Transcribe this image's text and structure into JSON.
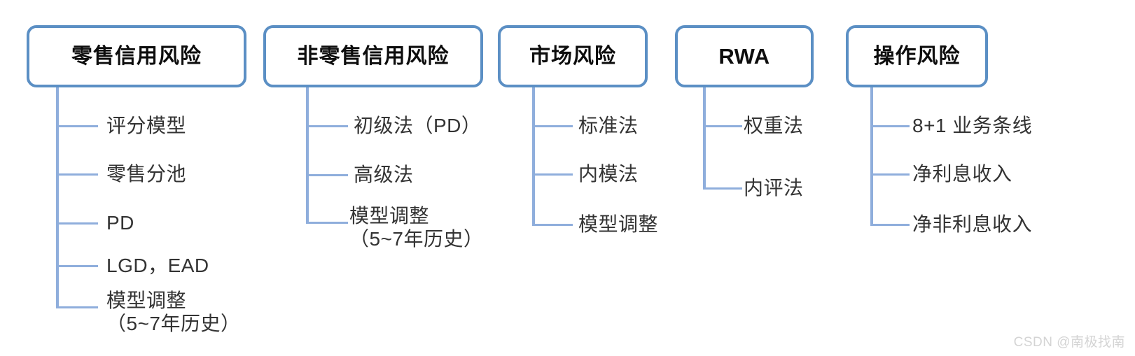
{
  "diagram": {
    "type": "tree",
    "title": "",
    "watermark": "CSDN @南极找南",
    "colors": {
      "box_border": "#5B8FC4",
      "connector_line": "#8FAEDC",
      "box_fill": "#FFFFFF",
      "root_text": "#0D0D0D",
      "child_text": "#333333",
      "watermark_text": "#D4D4D4",
      "background": "#FFFFFF"
    },
    "columns": [
      {
        "id": "retail-credit-risk",
        "root_label": "零售信用风险",
        "children": [
          {
            "label": "评分模型"
          },
          {
            "label": "零售分池"
          },
          {
            "label": "PD"
          },
          {
            "label": "LGD，EAD"
          },
          {
            "label": "模型调整\n（5~7年历史）"
          }
        ]
      },
      {
        "id": "non-retail-credit-risk",
        "root_label": "非零售信用风险",
        "children": [
          {
            "label": "初级法（PD）"
          },
          {
            "label": "高级法"
          },
          {
            "label": "模型调整\n（5~7年历史）"
          }
        ]
      },
      {
        "id": "market-risk",
        "root_label": "市场风险",
        "children": [
          {
            "label": "标准法"
          },
          {
            "label": "内模法"
          },
          {
            "label": "模型调整"
          }
        ]
      },
      {
        "id": "rwa",
        "root_label": "RWA",
        "children": [
          {
            "label": "权重法"
          },
          {
            "label": "内评法"
          }
        ]
      },
      {
        "id": "operational-risk",
        "root_label": "操作风险",
        "children": [
          {
            "label": "8+1 业务条线"
          },
          {
            "label": "净利息收入"
          },
          {
            "label": "净非利息收入"
          }
        ]
      }
    ]
  }
}
